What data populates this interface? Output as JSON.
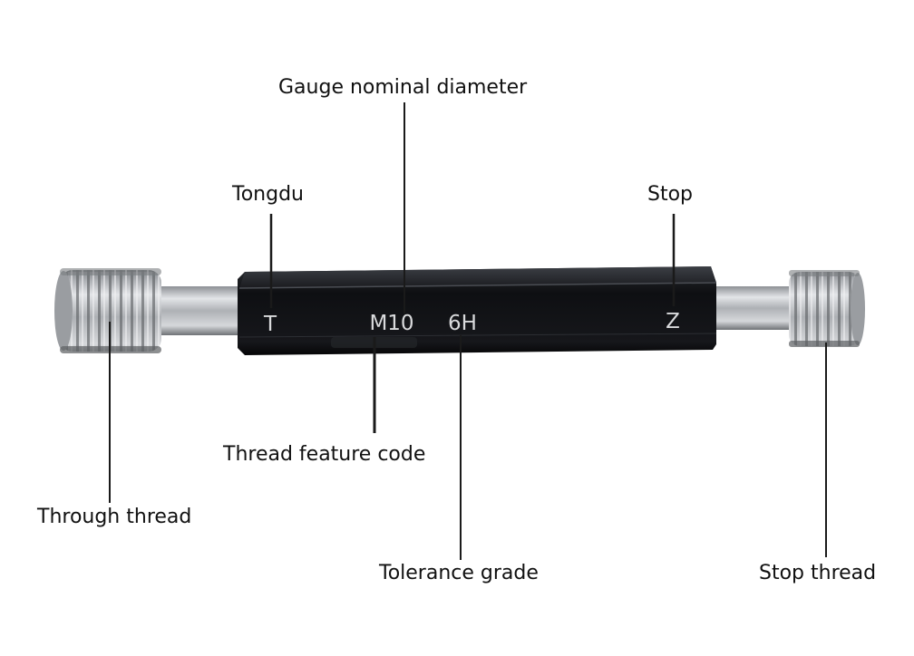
{
  "gauge": {
    "marks": {
      "left_letter": "T",
      "size_code": "M10",
      "tolerance_code": "6H",
      "right_letter": "Z"
    }
  },
  "labels": {
    "nominal_diameter": "Gauge nominal diameter",
    "tongdu": "Tongdu",
    "stop": "Stop",
    "thread_feature_code": "Thread feature code",
    "through_thread": "Through thread",
    "tolerance_grade": "Tolerance grade",
    "stop_thread": "Stop thread"
  },
  "colors": {
    "body": "#111216",
    "steel": "#b9bcc0",
    "line": "#1a1a1a",
    "text": "#111111"
  }
}
